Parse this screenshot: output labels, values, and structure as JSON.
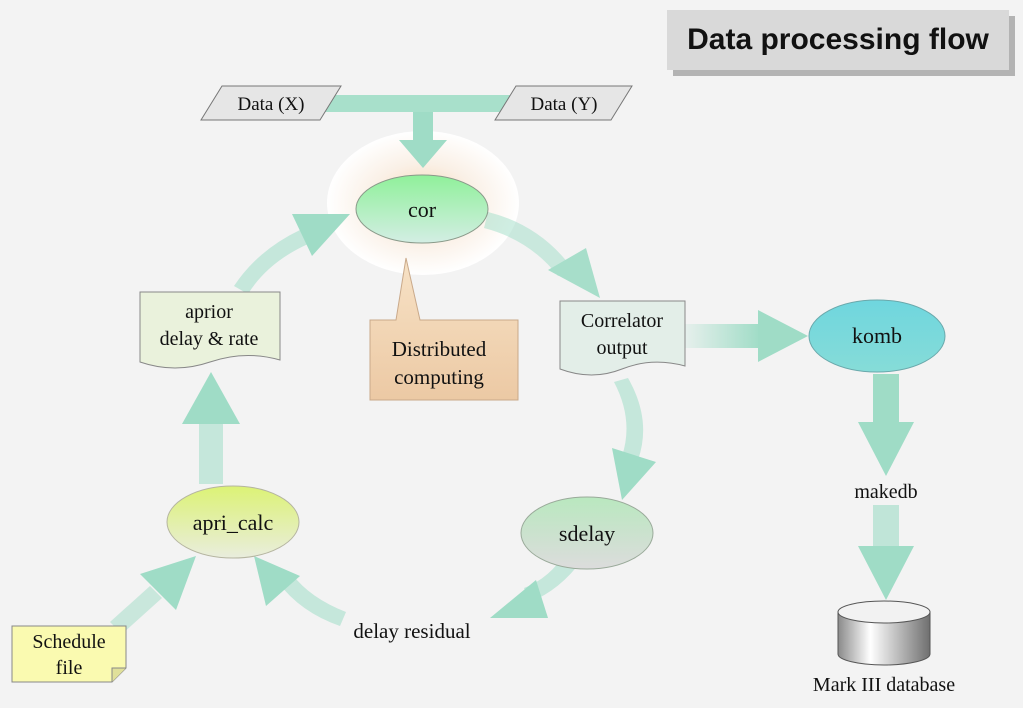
{
  "title": "Data processing flow",
  "nodes": {
    "data_x": "Data (X)",
    "data_y": "Data (Y)",
    "cor": "cor",
    "distributed_line1": "Distributed",
    "distributed_line2": "computing",
    "correlator_line1": "Correlator",
    "correlator_line2": "output",
    "komb": "komb",
    "makedb": "makedb",
    "database": "Mark III database",
    "aprior_line1": "aprior",
    "aprior_line2": "delay & rate",
    "apri_calc": "apri_calc",
    "sdelay": "sdelay",
    "delay_residual": "delay residual",
    "schedule_line1": "Schedule",
    "schedule_line2": "file"
  },
  "colors": {
    "arrow": "#9fdcc6",
    "cor_fill": "#8ff09a",
    "komb_fill": "#77d9dc",
    "apri_fill": "#dff27a",
    "sdelay_fill": "#bfe0c4",
    "distributed_fill": "#f1d6b6",
    "schedule_fill": "#fafab0"
  }
}
